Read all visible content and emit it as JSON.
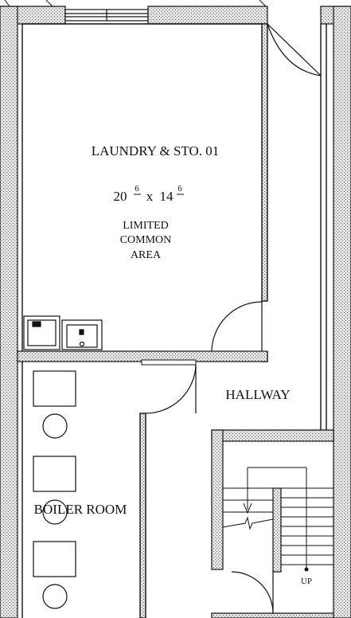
{
  "rooms": {
    "laundry": {
      "name": "LAUNDRY & STO. 01",
      "dim_w": "20",
      "dim_w_sup": "6",
      "dim_sep": "x",
      "dim_h": "14",
      "dim_h_sup": "6",
      "note_lines": [
        "LIMITED",
        "COMMON",
        "AREA"
      ]
    },
    "hallway": {
      "name": "HALLWAY"
    },
    "boiler": {
      "name": "BOILER ROOM"
    }
  },
  "stairs": {
    "direction_label": "UP"
  },
  "colors": {
    "wall_fill": "#cfcfcf",
    "line": "#111111",
    "background": "#ffffff"
  }
}
